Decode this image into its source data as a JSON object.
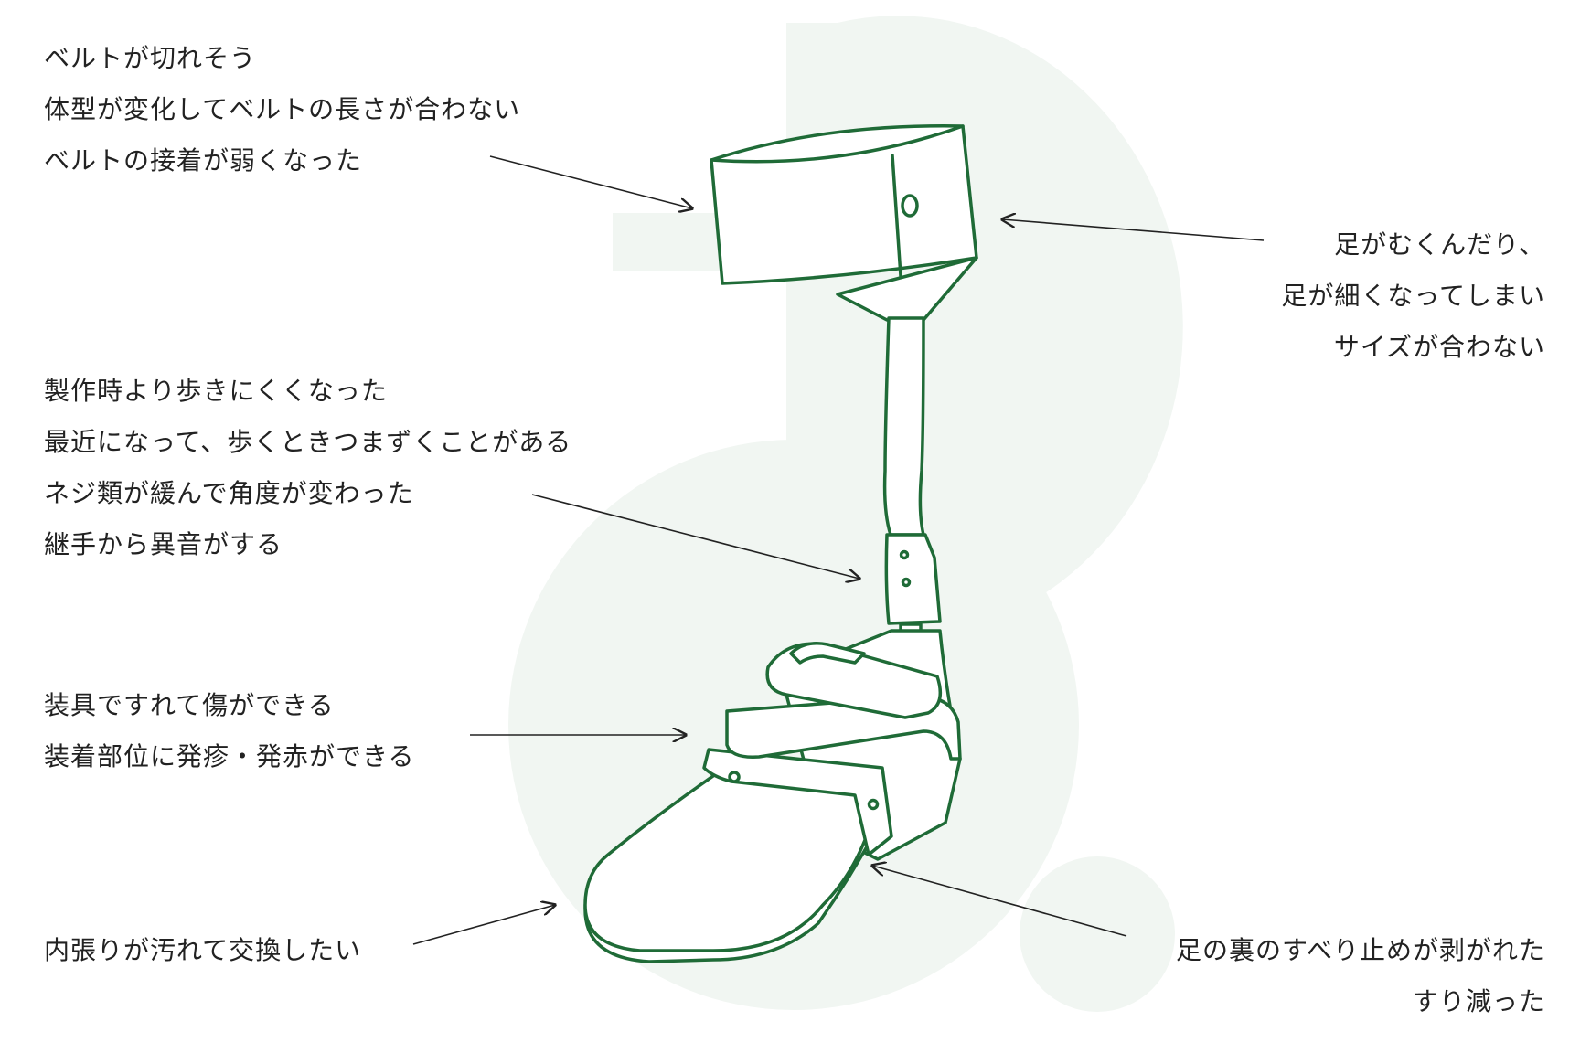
{
  "colors": {
    "stroke": "#1f6b37",
    "background_shape": "#f1f6f2",
    "text": "#222222",
    "arrow": "#222222"
  },
  "annotations": {
    "belt": [
      "ベルトが切れそう",
      "体型が変化してベルトの長さが合わない",
      "ベルトの接着が弱くなった"
    ],
    "fit": [
      "足がむくんだり、",
      "足が細くなってしまい",
      "サイズが合わない"
    ],
    "joint": [
      "製作時より歩きにくくなった",
      "最近になって、歩くときつまずくことがある",
      "ネジ類が緩んで角度が変わった",
      "継手から異音がする"
    ],
    "skin": [
      "装具ですれて傷ができる",
      "装着部位に発疹・発赤ができる"
    ],
    "lining": [
      "内張りが汚れて交換したい"
    ],
    "sole": [
      "足の裏のすべり止めが剥がれた",
      "すり減った"
    ]
  }
}
